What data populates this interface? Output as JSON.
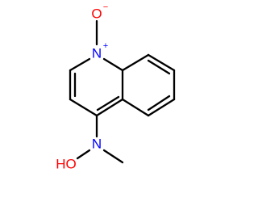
{
  "molecule": {
    "atoms": {
      "n_oxide": {
        "symbol": "N",
        "charge": "+",
        "color": "#0000ff"
      },
      "o_oxide": {
        "symbol": "O",
        "charge": "−",
        "color": "#ff0000"
      },
      "n_amine": {
        "symbol": "N",
        "color": "#0000ff"
      },
      "o_hydroxy": {
        "symbol": "HO",
        "color": "#ff0000"
      }
    },
    "bond_color": "#000000"
  }
}
